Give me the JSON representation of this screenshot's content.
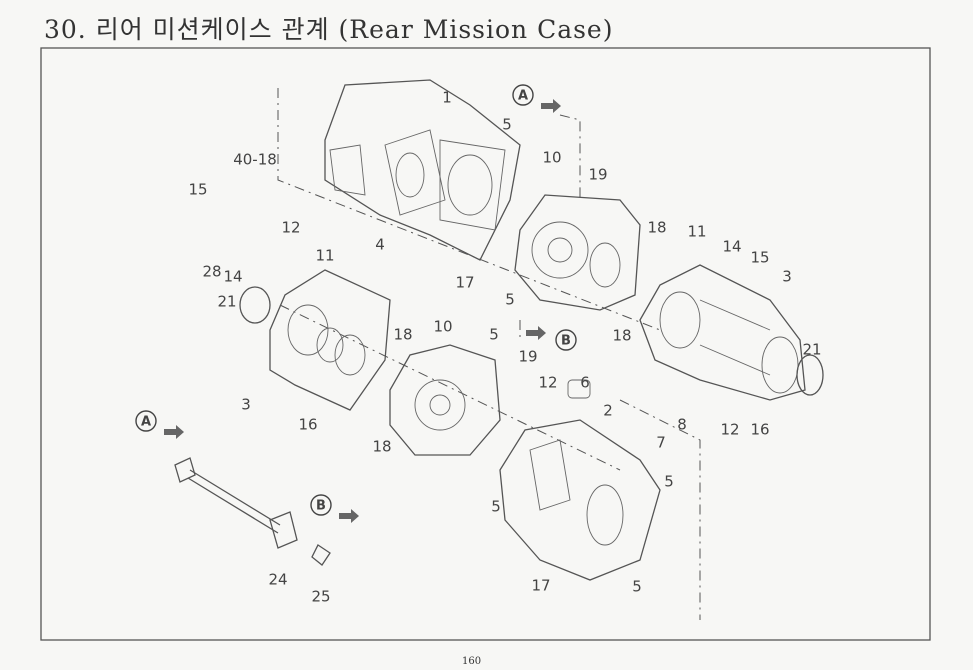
{
  "title": "30.  리어 미션케이스 관계 (Rear Mission Case)",
  "page_number": "160",
  "callouts": [
    "1",
    "5",
    "10",
    "19",
    "40-18",
    "15",
    "4",
    "12",
    "11",
    "28",
    "14",
    "21",
    "18",
    "11",
    "14",
    "15",
    "3",
    "17",
    "5",
    "18",
    "21",
    "3",
    "18",
    "10",
    "5",
    "19",
    "12",
    "6",
    "2",
    "16",
    "18",
    "8",
    "7",
    "5",
    "5",
    "12",
    "16",
    "17",
    "5",
    "24",
    "25"
  ],
  "view_markers": [
    "A",
    "A",
    "B",
    "B"
  ]
}
